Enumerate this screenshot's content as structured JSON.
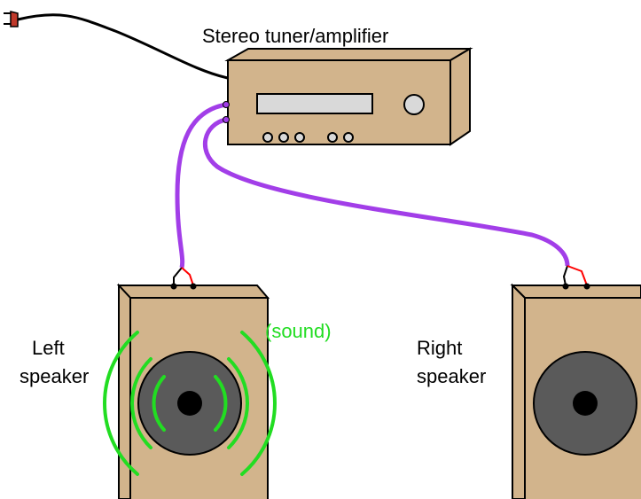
{
  "labels": {
    "tuner": "Stereo tuner/amplifier",
    "left_line1": "Left",
    "left_line2": "speaker",
    "right_line1": "Right",
    "right_line2": "speaker",
    "sound": "(sound)"
  },
  "colors": {
    "wood": "#d2b48c",
    "speaker_cone": "#5a5a5a",
    "cable": "#a23ee8",
    "sound_waves": "#22dd22",
    "plug": "#c0392b",
    "positive_lead": "#ff0000",
    "negative_lead": "#000000",
    "display": "#d9d9d9"
  }
}
